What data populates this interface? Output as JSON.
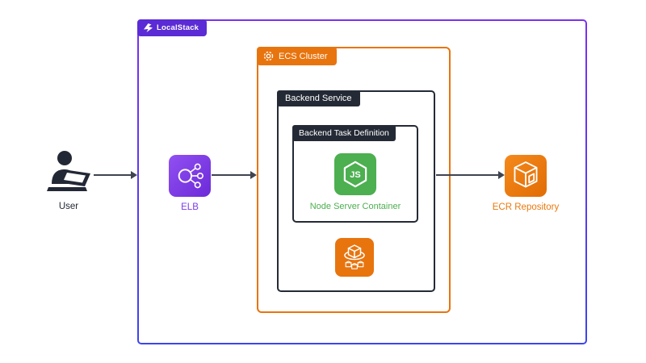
{
  "diagram": {
    "title_badge": {
      "label": "LocalStack"
    },
    "nodes": {
      "user": {
        "label": "User"
      },
      "elb": {
        "label": "ELB"
      },
      "ecs_cluster": {
        "label": "ECS Cluster"
      },
      "backend_service": {
        "label": "Backend Service"
      },
      "task_definition": {
        "label": "Backend Task Definition"
      },
      "node_container": {
        "label": "Node Server Container"
      },
      "ecr": {
        "label": "ECR Repository"
      }
    },
    "connections": [
      {
        "from": "User",
        "to": "LocalStack"
      },
      {
        "from": "ELB",
        "to": "ECS Cluster"
      },
      {
        "from": "Backend Service",
        "to": "ECR Repository"
      }
    ],
    "icons": [
      "localstack-logo-icon",
      "user-laptop-icon",
      "elb-icon",
      "ecs-cluster-icon",
      "nodejs-icon",
      "ecs-service-icon",
      "ecr-icon"
    ],
    "colors": {
      "outer_border_top": "#7b2ff0",
      "outer_border_bottom": "#3c44ee",
      "localstack_badge": "#5b2bd5",
      "aws_orange": "#e8740e",
      "dark_badge": "#242a35",
      "node_green": "#4caf50",
      "elb_purple": "#7b3ce8",
      "ecr_orange": "#e8790e",
      "arrow": "#3e4450",
      "background": "#ffffff"
    }
  }
}
